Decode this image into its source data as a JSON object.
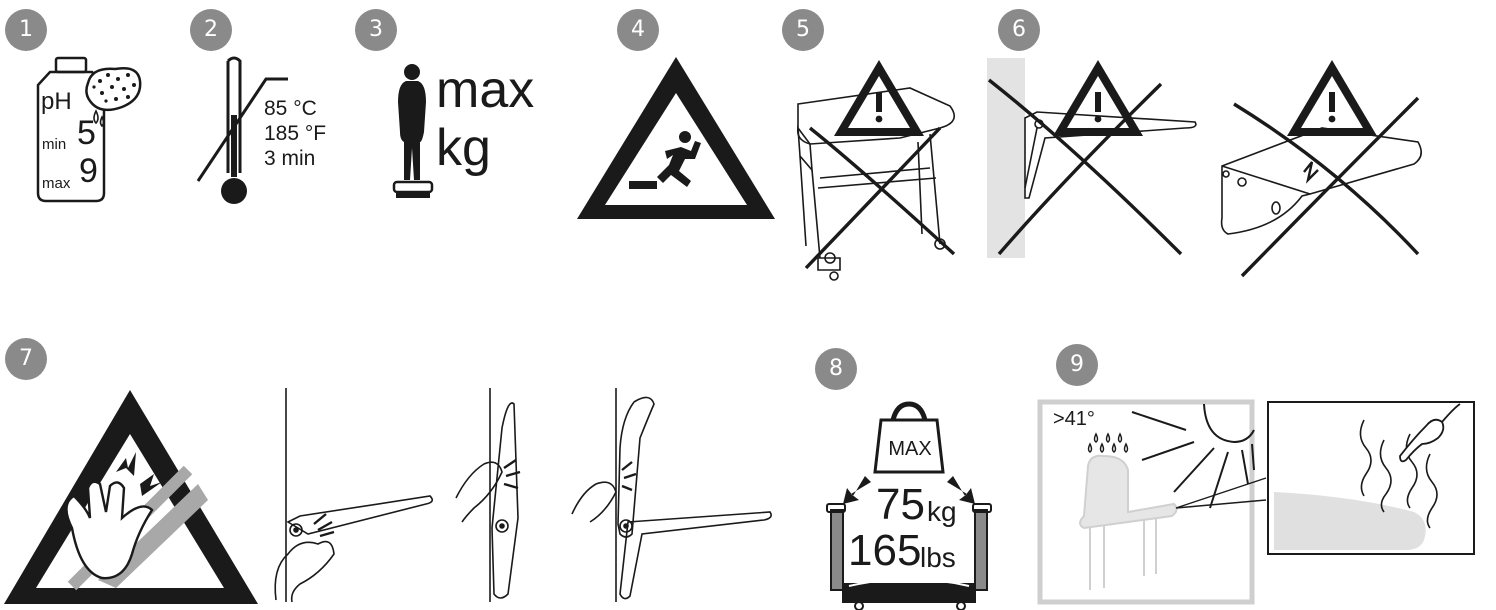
{
  "steps": [
    "1",
    "2",
    "3",
    "4",
    "5",
    "6",
    "7",
    "8",
    "9"
  ],
  "panel1": {
    "ph": "pH",
    "min_label": "min",
    "min_value": "5",
    "max_label": "max",
    "max_value": "9"
  },
  "panel2": {
    "line1": "85 °C",
    "line2": "185 °F",
    "line3": "3 min"
  },
  "panel3": {
    "line1": "max",
    "line2": "kg"
  },
  "panel8": {
    "weight_label": "MAX",
    "kg_value": "75",
    "kg_unit": "kg",
    "lbs_value": "165",
    "lbs_unit": "lbs"
  },
  "panel9": {
    "temp": ">41°"
  },
  "colors": {
    "badge": "#8a8a8a",
    "ink": "#1a1a1a",
    "stripe": "#a8a8a8",
    "frame": "#cfcfcf"
  }
}
